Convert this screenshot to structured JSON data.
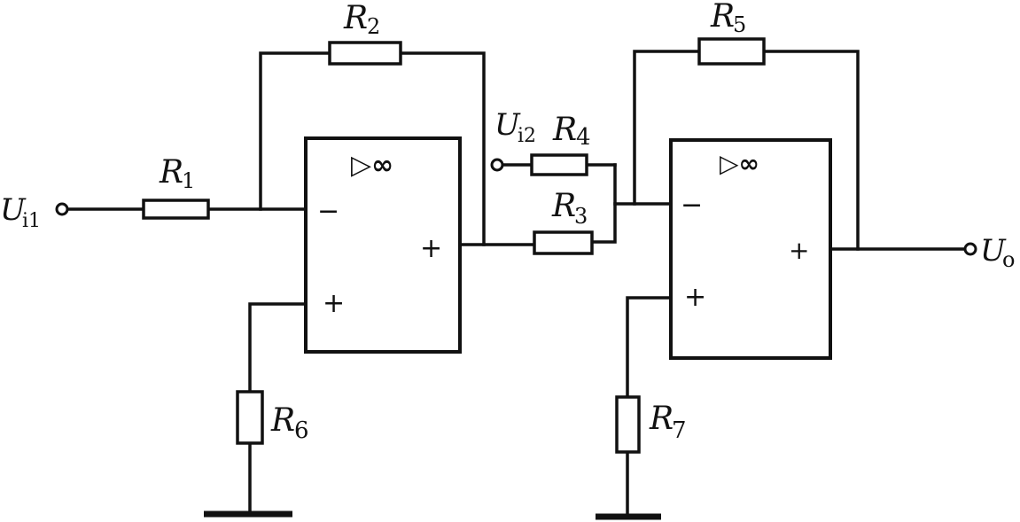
{
  "inputs": {
    "ui1": {
      "main": "U",
      "sub": "i1"
    },
    "ui2": {
      "main": "U",
      "sub": "i2"
    }
  },
  "output": {
    "main": "U",
    "sub": "o"
  },
  "resistors": {
    "r1": {
      "main": "R",
      "sub": "1"
    },
    "r2": {
      "main": "R",
      "sub": "2"
    },
    "r3": {
      "main": "R",
      "sub": "3"
    },
    "r4": {
      "main": "R",
      "sub": "4"
    },
    "r5": {
      "main": "R",
      "sub": "5"
    },
    "r6": {
      "main": "R",
      "sub": "6"
    },
    "r7": {
      "main": "R",
      "sub": "7"
    }
  },
  "opamps": {
    "a1": {
      "symbol": "▷∞",
      "minus": "−",
      "plus_in": "+",
      "plus_out": "+"
    },
    "a2": {
      "symbol": "▷∞",
      "minus": "−",
      "plus_in": "+",
      "plus_out": "+"
    }
  }
}
